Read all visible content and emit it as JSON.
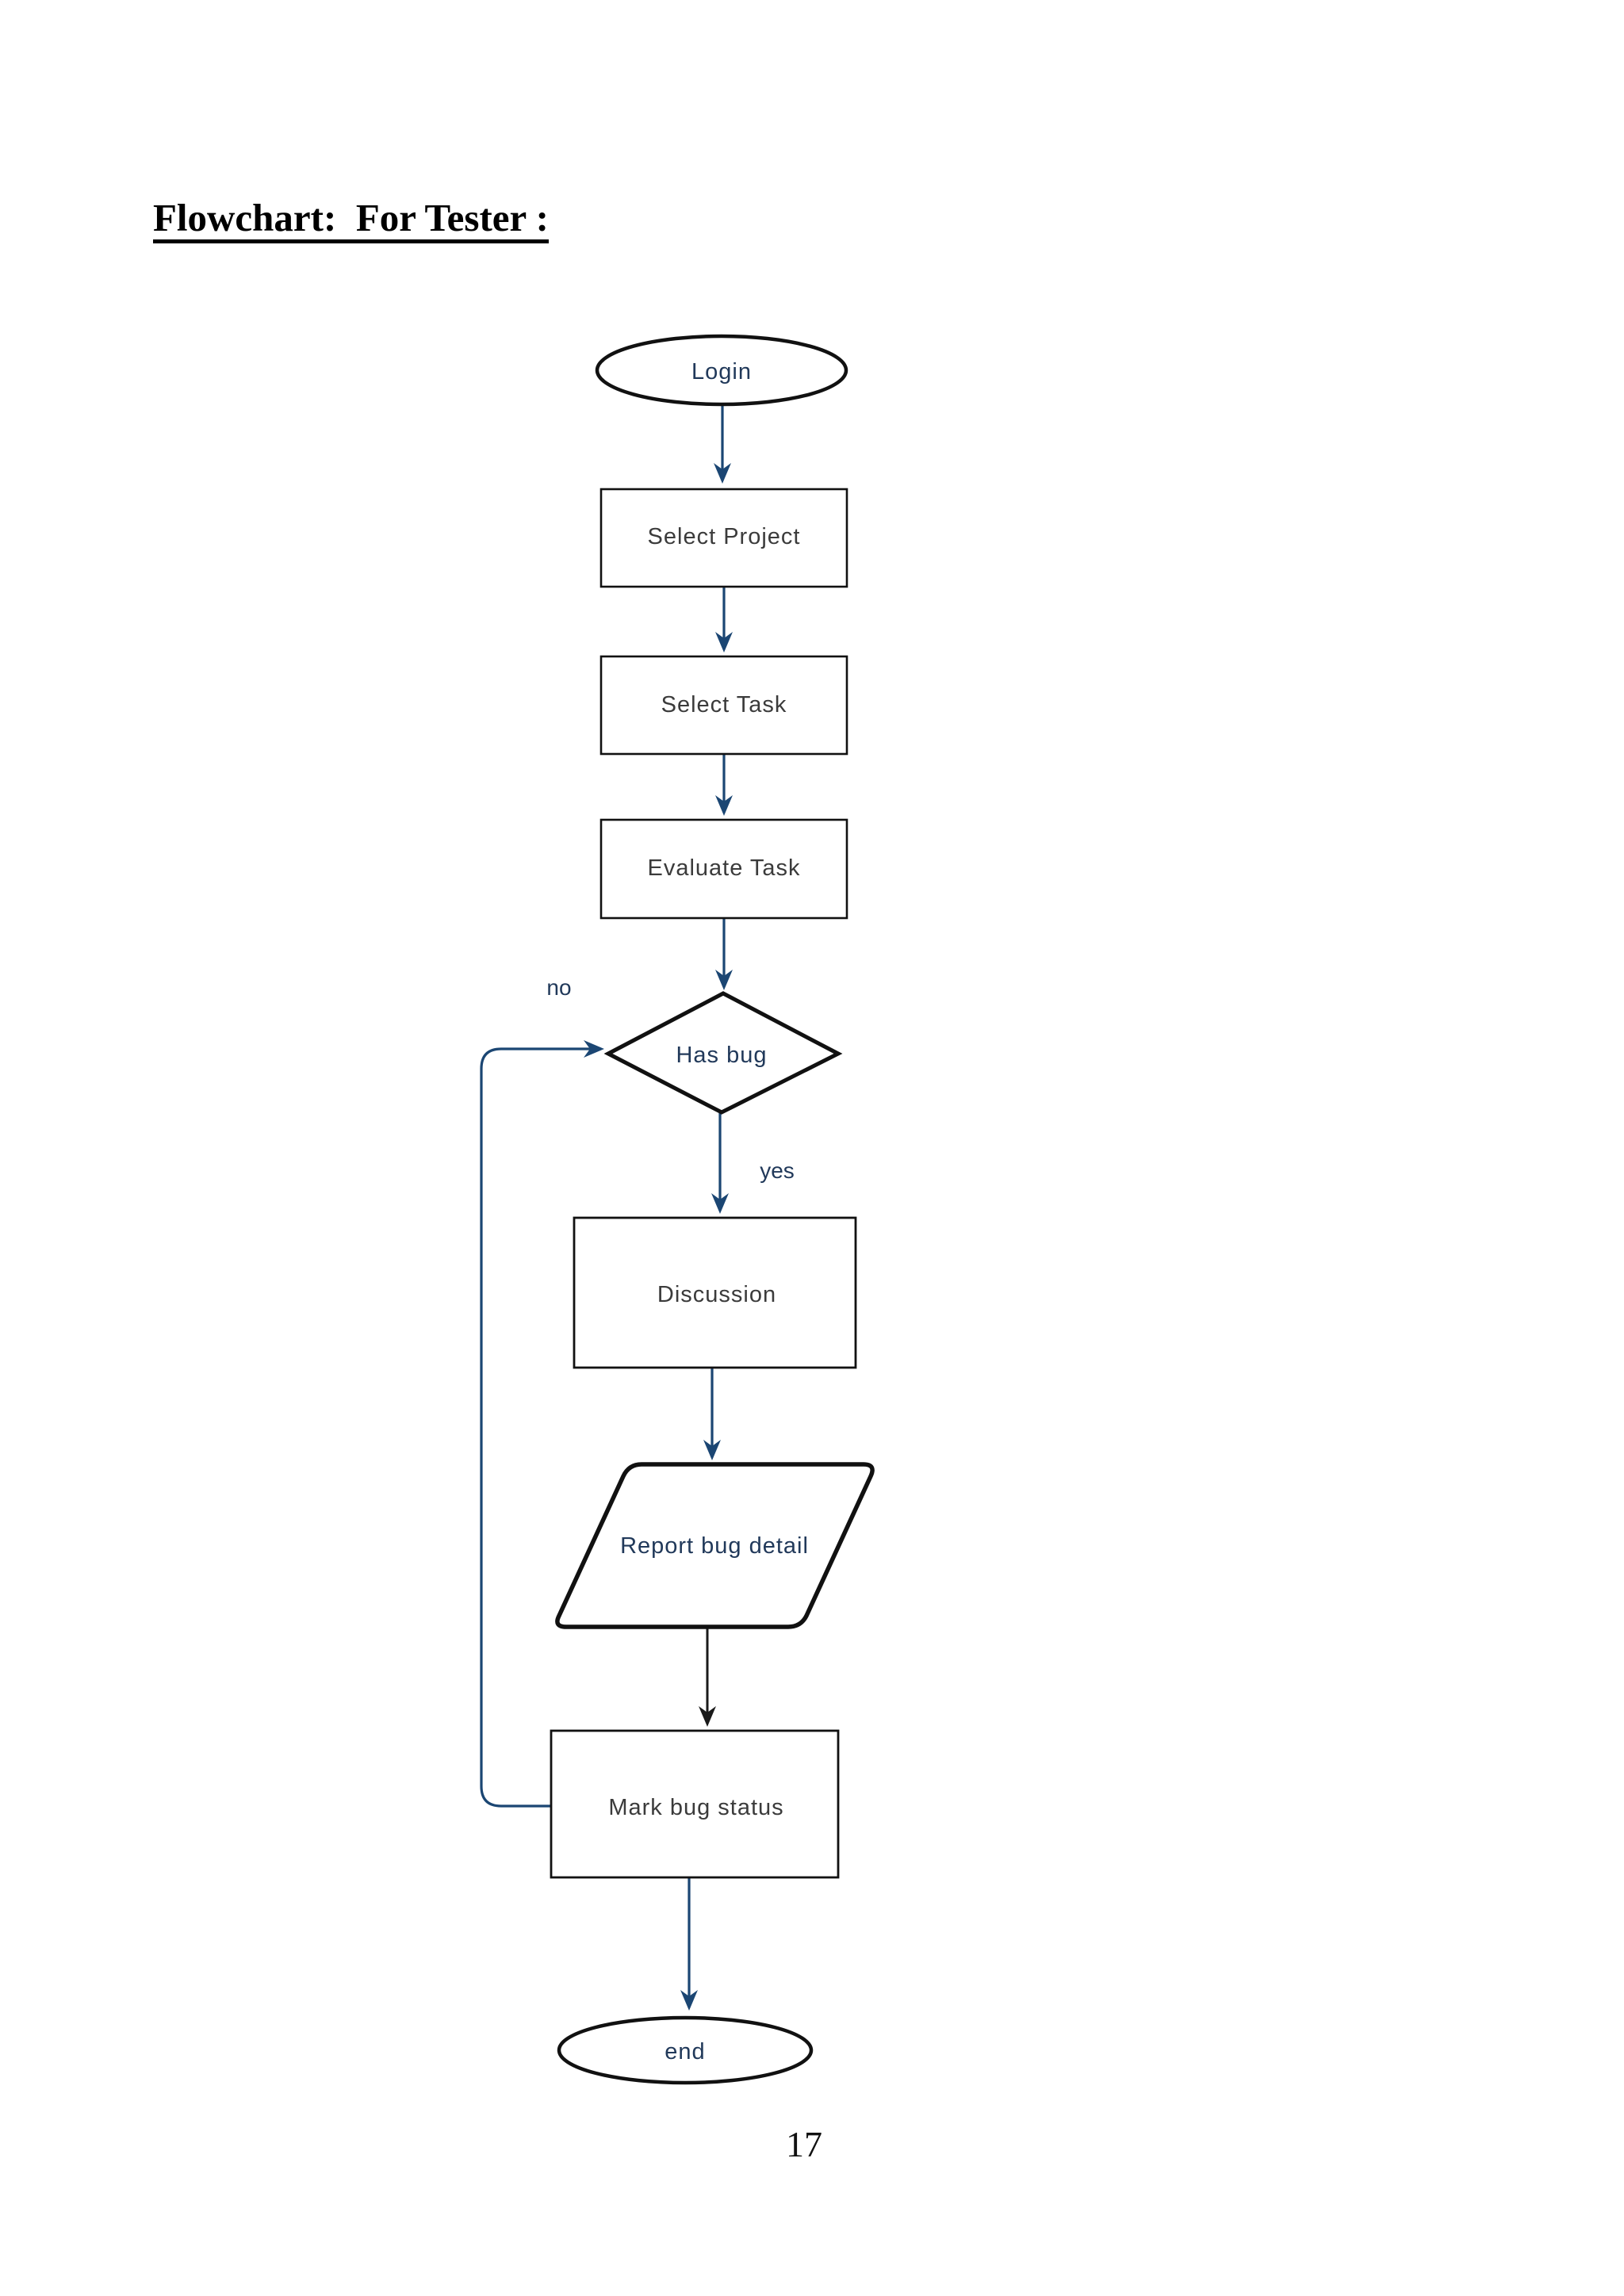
{
  "page": {
    "title": "Flowchart:  For Tester :",
    "page_number": "17"
  },
  "flowchart": {
    "nodes": {
      "login": {
        "label": "Login",
        "shape": "terminator"
      },
      "select_project": {
        "label": "Select Project",
        "shape": "process"
      },
      "select_task": {
        "label": "Select Task",
        "shape": "process"
      },
      "evaluate_task": {
        "label": "Evaluate Task",
        "shape": "process"
      },
      "has_bug": {
        "label": "Has bug",
        "shape": "decision"
      },
      "discussion": {
        "label": "Discussion",
        "shape": "process"
      },
      "report_bug_detail": {
        "label": "Report bug detail",
        "shape": "input-output"
      },
      "mark_bug_status": {
        "label": "Mark bug status",
        "shape": "process"
      },
      "end": {
        "label": "end",
        "shape": "terminator"
      }
    },
    "branch_labels": {
      "yes": "yes",
      "no": "no"
    },
    "colors": {
      "connector_navy": "#1b4673",
      "connector_black": "#1a1a1a",
      "shape_border": "#111111",
      "label_navy": "#21395a",
      "label_gray": "#3b3b3b"
    }
  }
}
